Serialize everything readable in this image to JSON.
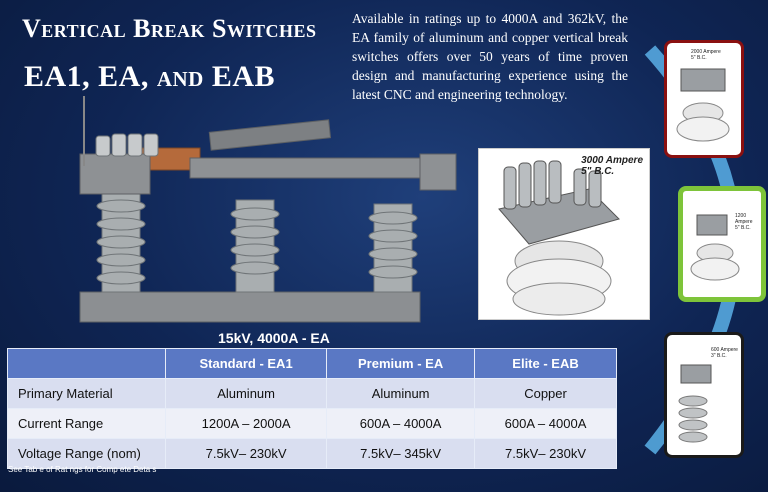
{
  "title": {
    "line1": "Vertical Break Switches",
    "line2": "EA1, EA, and EAB"
  },
  "intro": "Available in ratings up to 4000A and 362kV, the EA family of aluminum and copper vertical break switches offers over 50 years of time proven design and manufacturing experience using the latest CNC and engineering technology.",
  "main_photo_caption": "15kV, 4000A - EA",
  "detail_images": [
    {
      "label_line1": "3000 Ampere",
      "label_line2": "5\" B.C."
    },
    {
      "label_line1": "2000 Ampere",
      "label_line2": "5\" B.C."
    },
    {
      "label_line1": "1200 Ampere",
      "label_line2": "5\" B.C."
    },
    {
      "label_line1": "600 Ampere",
      "label_line2": "3\" B.C."
    }
  ],
  "table": {
    "headers": [
      "",
      "Standard - EA1",
      "Premium - EA",
      "Elite - EAB"
    ],
    "rows": [
      [
        "Primary Material",
        "Aluminum",
        "Aluminum",
        "Copper"
      ],
      [
        "Current Range",
        "1200A – 2000A",
        "600A – 4000A",
        "600A – 4000A"
      ],
      [
        "Voltage Range (nom)",
        "7.5kV– 230kV",
        "7.5kV– 345kV",
        "7.5kV– 230kV"
      ]
    ]
  },
  "footnote": "See Tab e of Rat ngs for Comp ete Deta s",
  "colors": {
    "background": "#0f2554",
    "table_header": "#5a78c4",
    "ring_red": "#8a1010",
    "ring_green": "#7ec43a",
    "ring_dark": "#1a1a1a"
  }
}
